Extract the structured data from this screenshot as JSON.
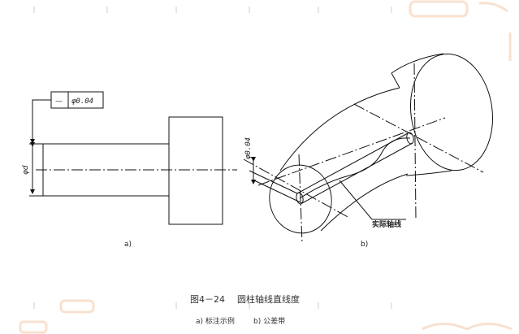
{
  "figure": {
    "caption_number": "图4－24",
    "caption_title": "圆柱轴线直线度",
    "subcaption_a": "a) 标注示例",
    "subcaption_b": "b) 公差带"
  },
  "diagram_a": {
    "label": "a)",
    "frame_symbol": "—",
    "frame_tolerance": "φ0.04",
    "diameter_label": "φd"
  },
  "diagram_b": {
    "label": "b)",
    "tolerance_label": "φ0.04",
    "axis_label": "实际轴线"
  },
  "colors": {
    "line": "#111111",
    "caption": "#333333",
    "watermark": "#f3c9a8"
  }
}
